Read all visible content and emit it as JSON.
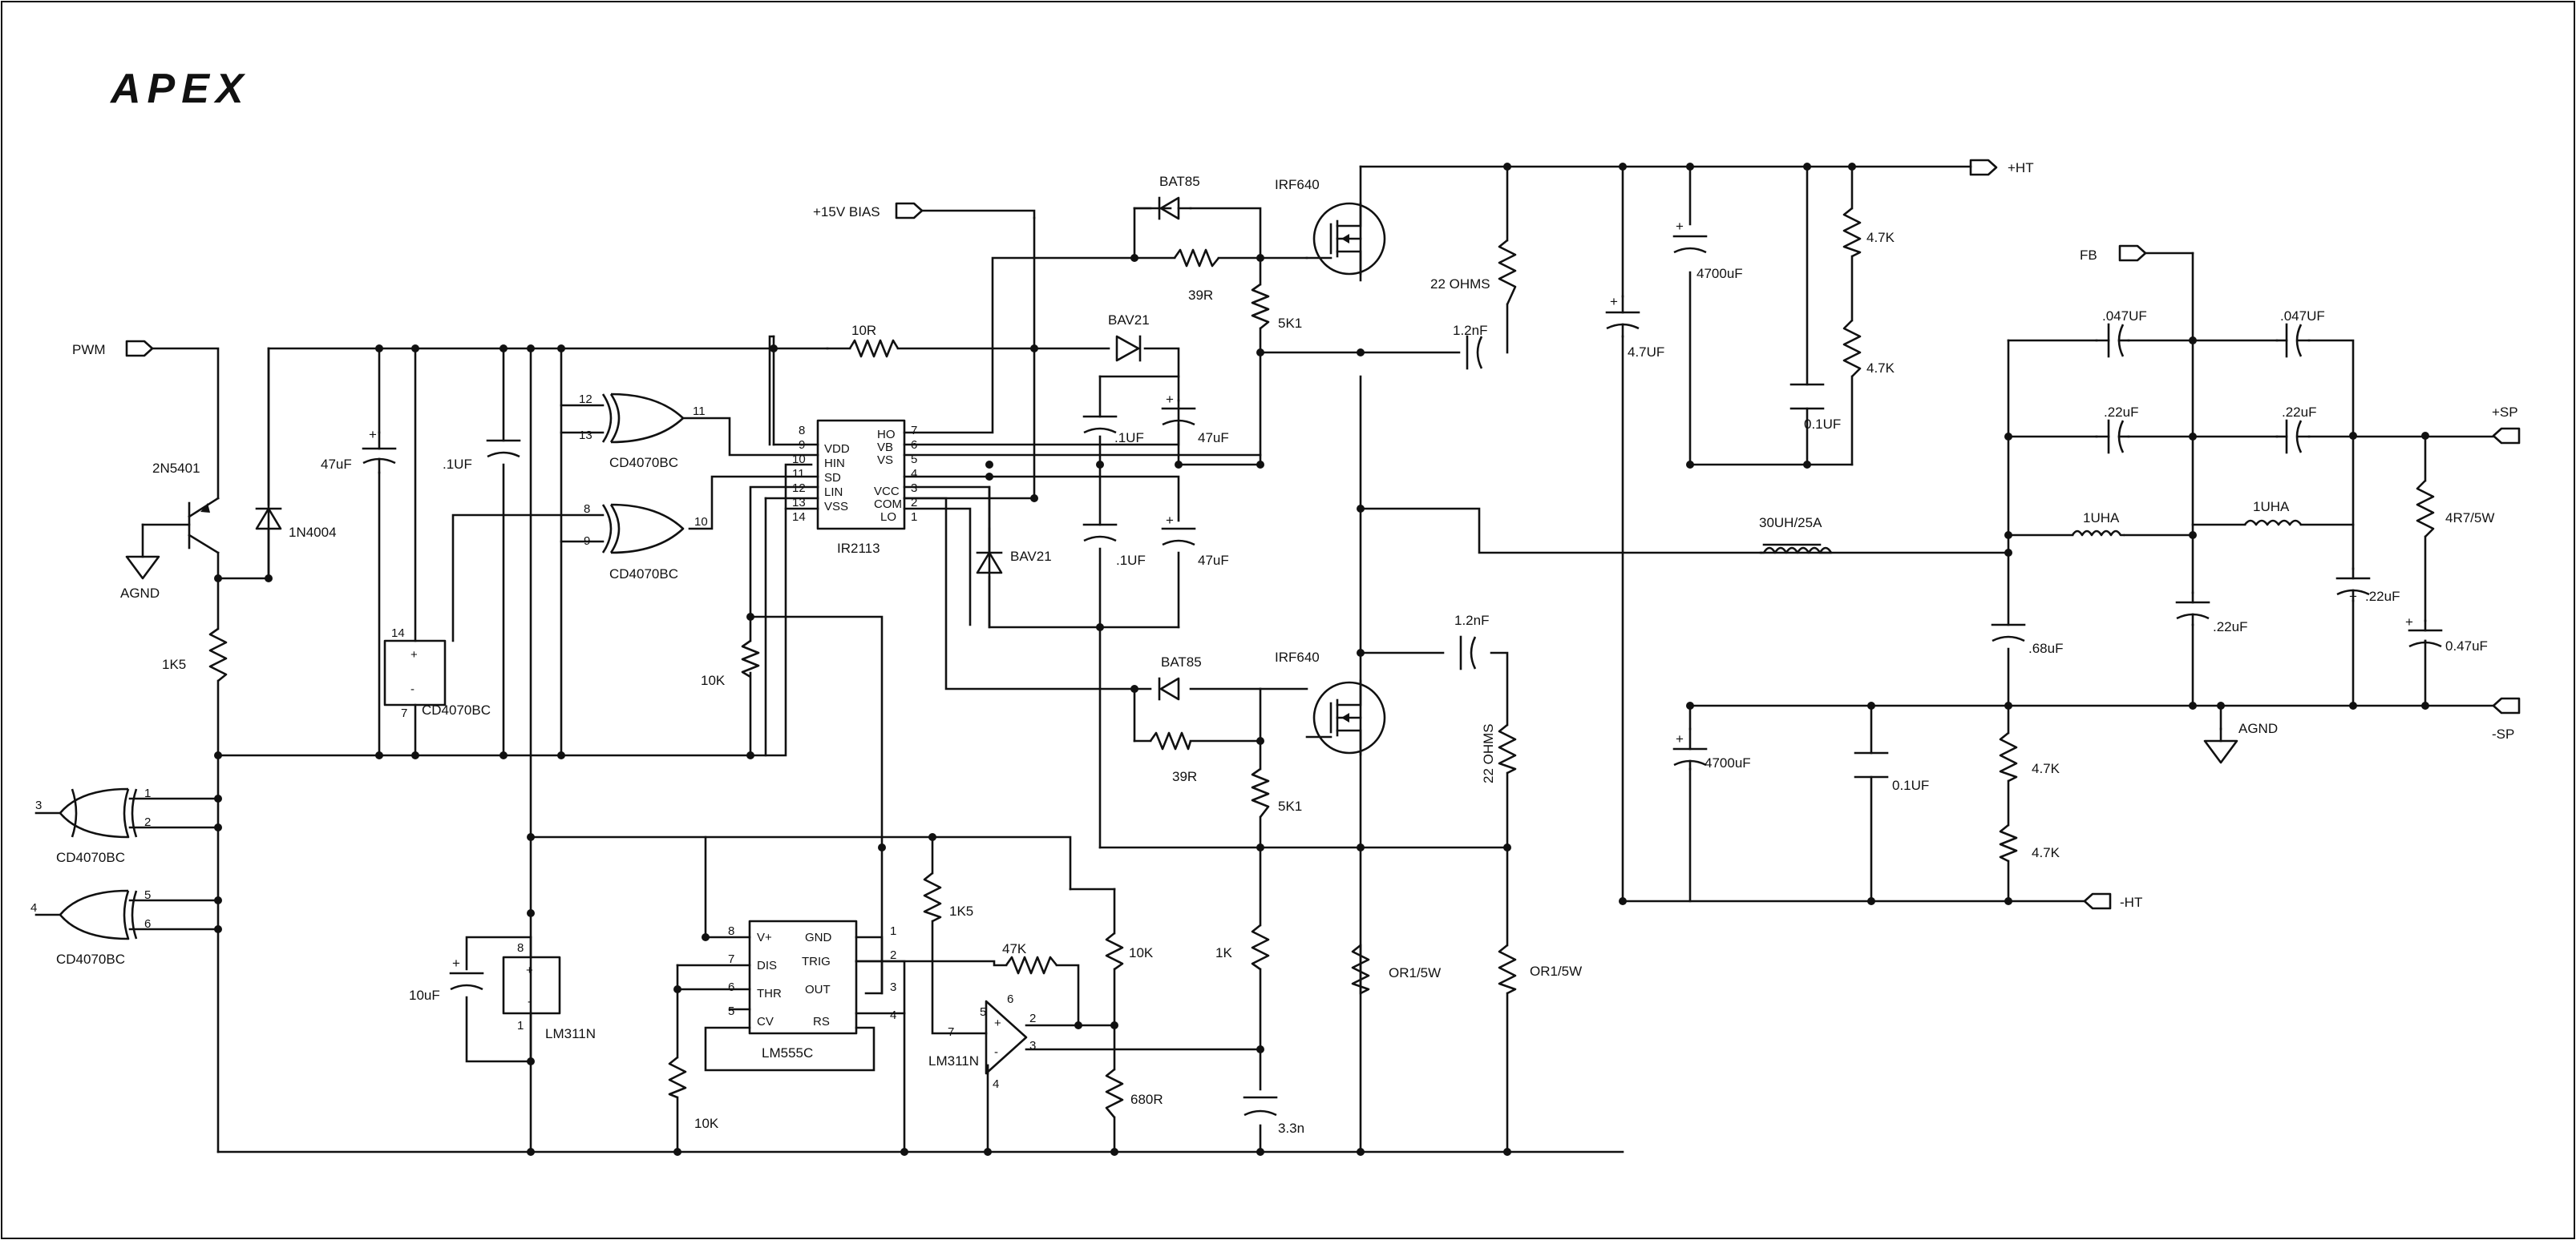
{
  "logo": "APEX",
  "ports": {
    "pwm": "PWM",
    "bias": "+15V BIAS",
    "ht_pos": "+HT",
    "ht_neg": "-HT",
    "fb": "FB",
    "sp_pos": "+SP",
    "sp_neg": "-SP"
  },
  "grounds": {
    "agnd_left": "AGND",
    "agnd_right": "AGND"
  },
  "parts": {
    "q_2n5401": "2N5401",
    "d_1n4004": "1N4004",
    "r_1k5_left": "1K5",
    "c_47uf_a": "47uF",
    "c_1uf_a": ".1UF",
    "u_cd_pwr": "CD4070BC",
    "u_cd_a": "CD4070BC",
    "u_cd_b": "CD4070BC",
    "u_cd_c": "CD4070BC",
    "u_cd_d": "CD4070BC",
    "r_10k_a": "10K",
    "r_10r": "10R",
    "d_bav21_a": "BAV21",
    "d_bav21_b": "BAV21",
    "d_bat85_a": "BAT85",
    "d_bat85_b": "BAT85",
    "r_39r_a": "39R",
    "r_39r_b": "39R",
    "r_5k1_a": "5K1",
    "r_5k1_b": "5K1",
    "q_irf640_a": "IRF640",
    "q_irf640_b": "IRF640",
    "c_1uf_b": ".1UF",
    "c_47uf_b": "47uF",
    "c_1uf_c": ".1UF",
    "c_47uf_c": "47uF",
    "u_ir2113": "IR2113",
    "r_22ohm_a": "22 OHMS",
    "r_22ohm_b": "22 OHMS",
    "c_12nf_a": "1.2nF",
    "c_12nf_b": "1.2nF",
    "c_47uf_ht": "4.7UF",
    "c_4700_a": "4700uF",
    "c_4700_b": "4700uF",
    "c_01uf_a": "0.1UF",
    "c_01uf_b": "0.1UF",
    "r_47k_a": "4.7K",
    "r_47k_b": "4.7K",
    "r_47k_c": "4.7K",
    "r_47k_d": "4.7K",
    "l_30uh": "30UH/25A",
    "l_1uha_a": "1UHA",
    "l_1uha_b": "1UHA",
    "c_047_a": ".047UF",
    "c_047_b": ".047UF",
    "c_22_a": ".22uF",
    "c_22_b": ".22uF",
    "c_22_c": ".22uF",
    "c_22_d": ".22uF",
    "c_68": ".68uF",
    "r_4r7": "4R7/5W",
    "c_047uf": "0.47uF",
    "r_or1_a": "OR1/5W",
    "r_or1_b": "OR1/5W",
    "c_10uf": "10uF",
    "u_lm311_a": "LM311N",
    "u_lm311_b": "LM311N",
    "u_lm555": "LM555C",
    "r_10k_b": "10K",
    "r_1k5_b": "1K5",
    "r_47k_t": "47K",
    "r_10k_c": "10K",
    "r_680": "680R",
    "r_1k": "1K",
    "c_33n": "3.3n"
  },
  "ir2113_pins": {
    "left": [
      "VDD",
      "HIN",
      "SD",
      "LIN",
      "VSS"
    ],
    "right_top": [
      "HO",
      "VB",
      "VS"
    ],
    "right_bot": [
      "VCC",
      "COM",
      "LO"
    ]
  },
  "lm555_pins": {
    "vplus": "V+",
    "dis": "DIS",
    "thr": "THR",
    "cv": "CV",
    "gnd": "GND",
    "trig": "TRIG",
    "out": "OUT",
    "rs": "RS"
  }
}
